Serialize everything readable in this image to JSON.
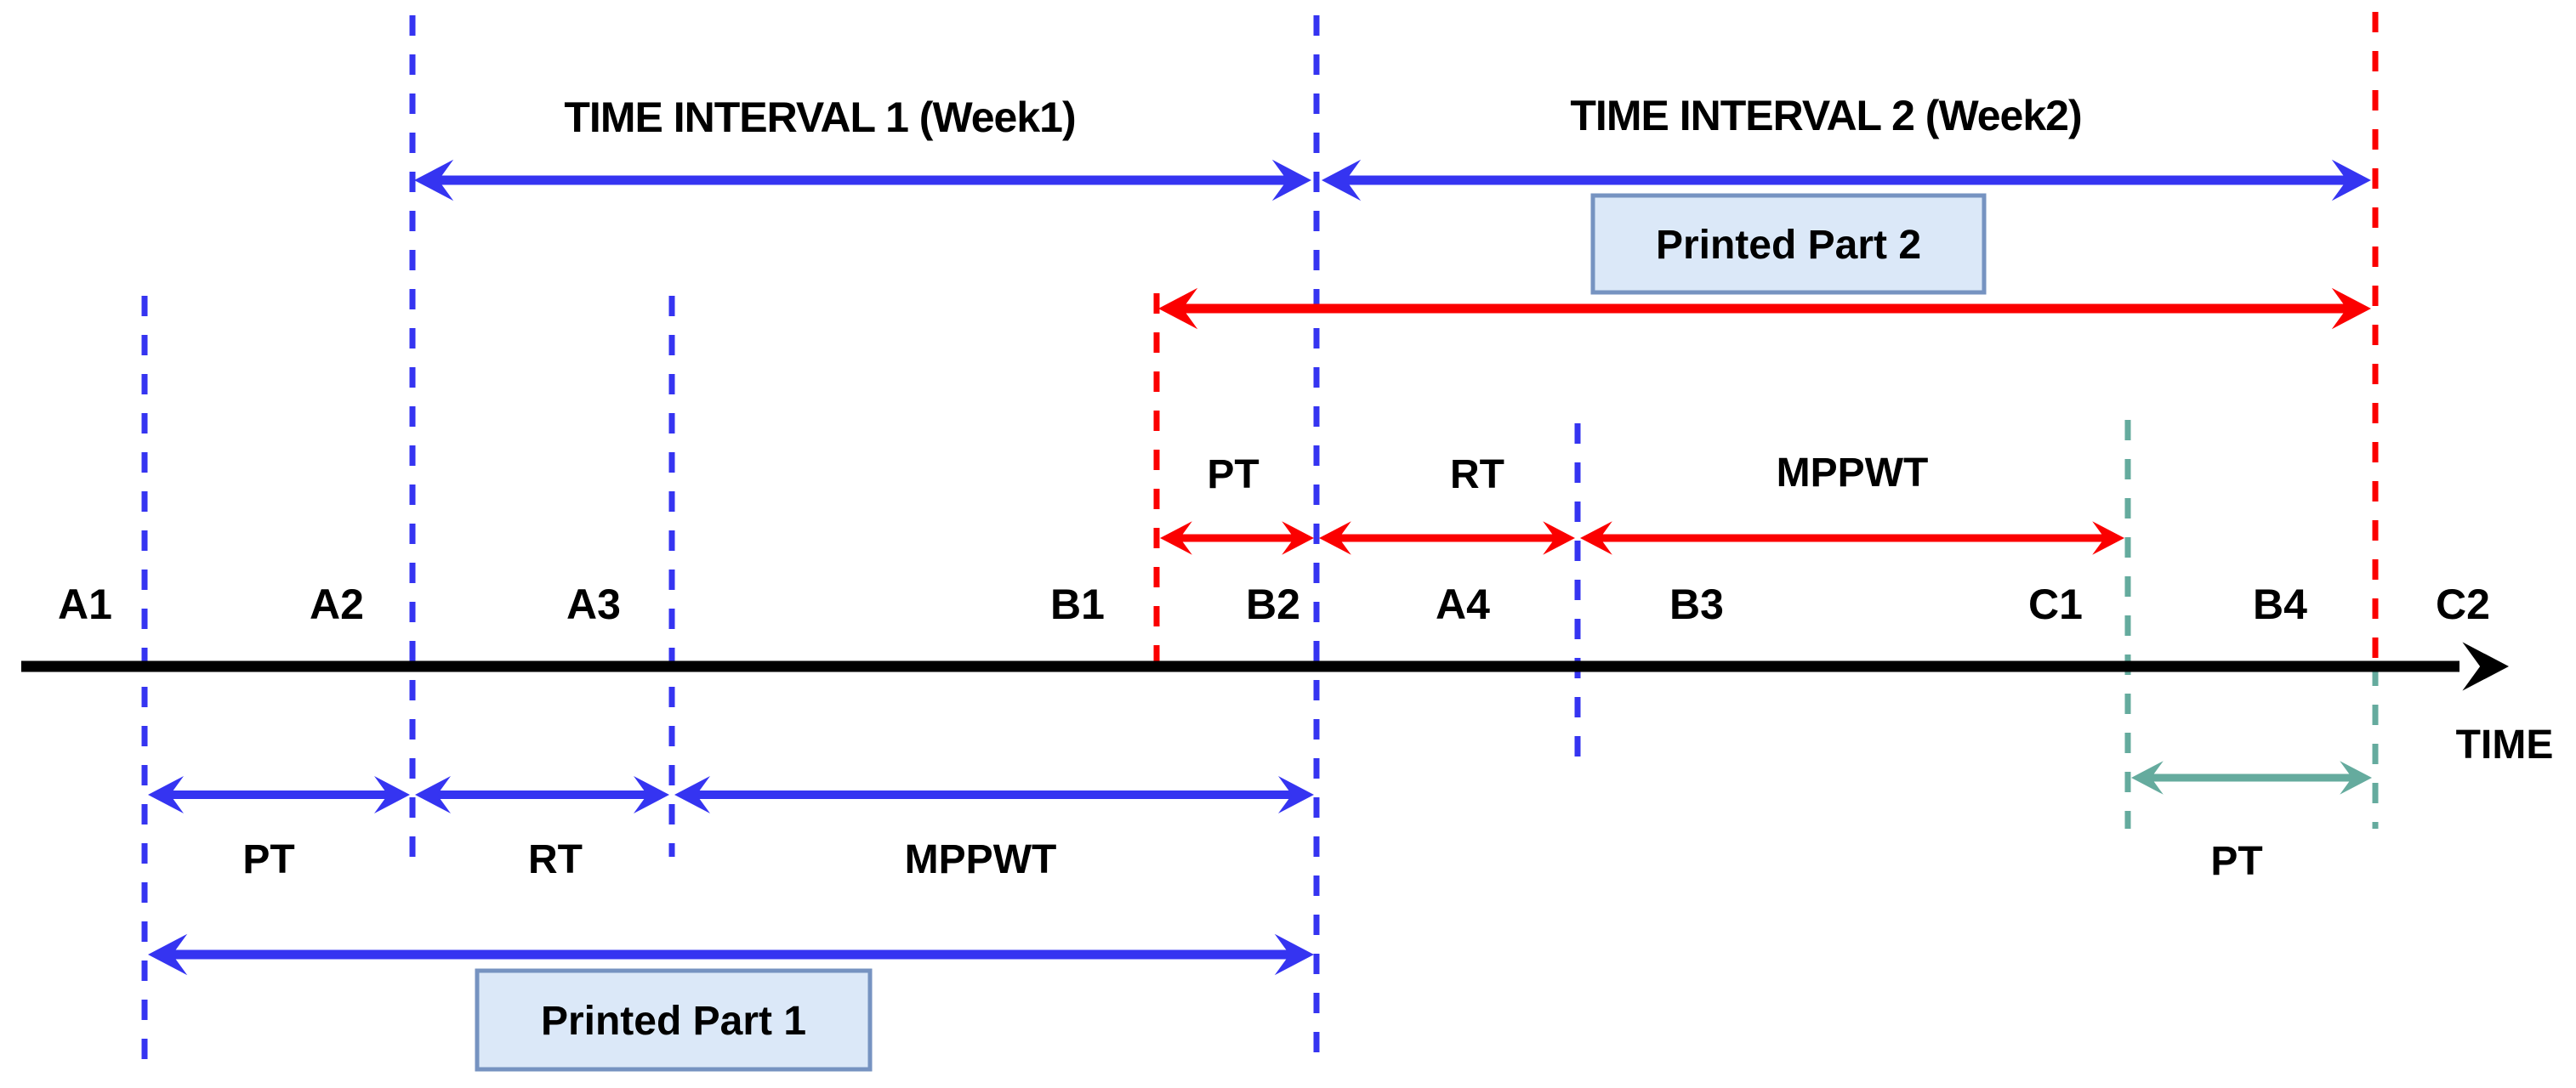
{
  "colors": {
    "blue": "#3534F1",
    "red": "#FB0000",
    "teal": "#65AB9E",
    "black": "#000000",
    "box_fill": "#DBE8F8",
    "box_border": "#7693C1"
  },
  "top": {
    "interval1_title": "TIME INTERVAL 1 (Week1)",
    "interval2_title": "TIME INTERVAL 2 (Week2)"
  },
  "boxes": {
    "printed_part_1": "Printed Part 1",
    "printed_part_2": "Printed Part 2"
  },
  "red_intervals": {
    "pt": "PT",
    "rt": "RT",
    "mppwt": "MPPWT"
  },
  "blue_intervals": {
    "pt": "PT",
    "rt": "RT",
    "mppwt": "MPPWT"
  },
  "teal_intervals": {
    "pt": "PT"
  },
  "axis": {
    "label": "TIME",
    "milestones": [
      "A1",
      "A2",
      "A3",
      "B1",
      "B2",
      "A4",
      "B3",
      "C1",
      "B4",
      "C2"
    ]
  }
}
